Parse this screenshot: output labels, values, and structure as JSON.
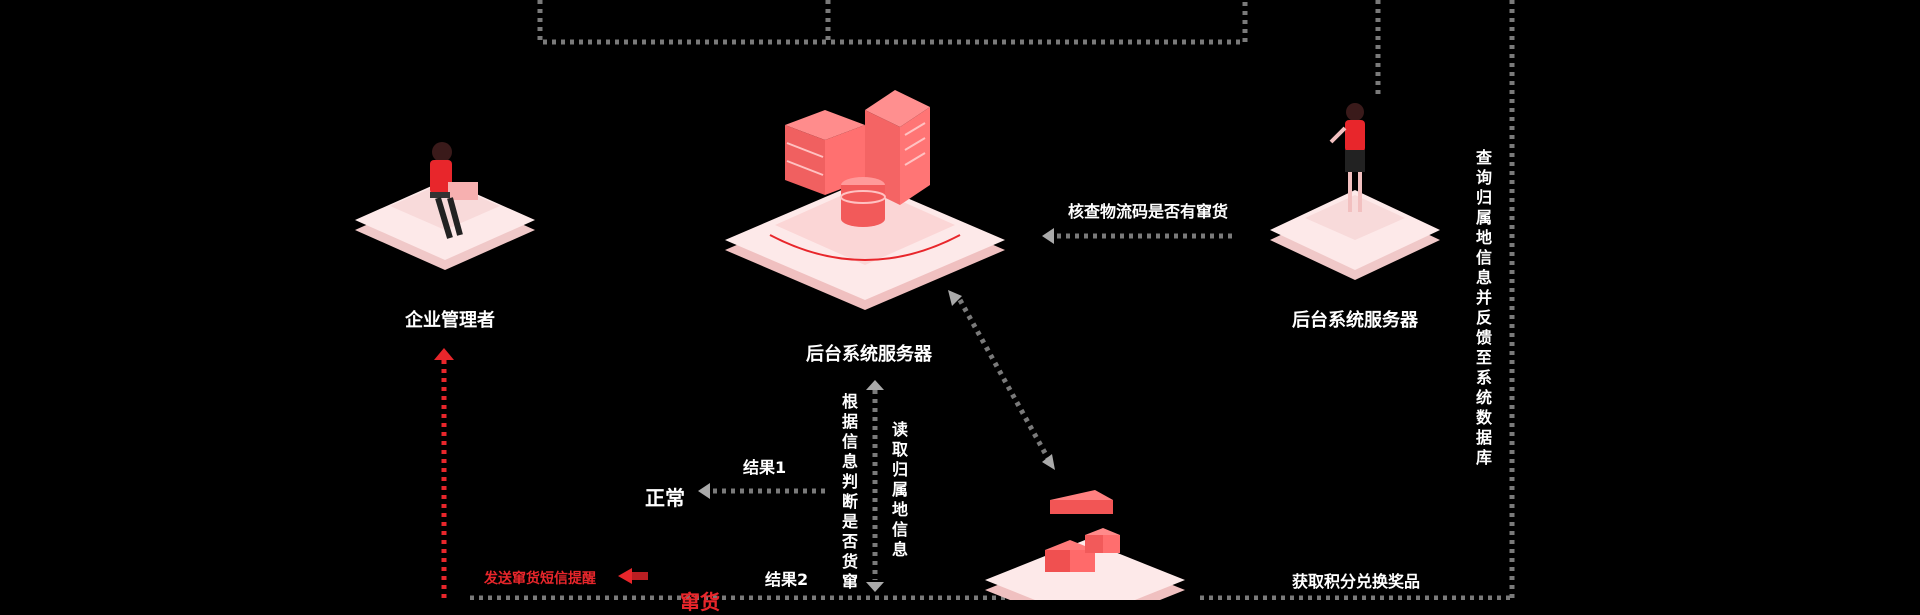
{
  "nodes": {
    "admin": {
      "label": "企业管理者"
    },
    "server_center": {
      "label": "后台系统服务器"
    },
    "server_right": {
      "label": "后台系统服务器"
    }
  },
  "edges": {
    "check_code": "核查物流码是否有窜货",
    "query_location": "查询归属地信息并反馈至系统数据库",
    "judge": "根据信息判断是否货窜",
    "read_location": "读取归属地信息",
    "result1": "结果1",
    "result2": "结果2",
    "normal": "正常",
    "crossing": "窜货",
    "sms_alert": "发送窜货短信提醒",
    "redeem": "获取积分兑换奖品"
  },
  "colors": {
    "accent": "#e8262b",
    "platform": "#f5d5d5",
    "dots": "#8a8a8a"
  }
}
